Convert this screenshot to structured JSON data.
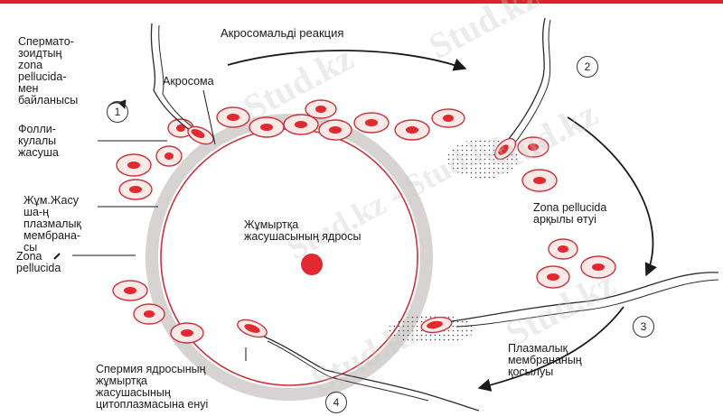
{
  "labels": {
    "sperm_binding": "Сперматo-\nзоидтың\nzona\npellucida-\nмен\nбайланысы",
    "acrosome": "Акросома",
    "acrosomal_reaction": "Акросомальді реакция",
    "follicular_cell": "Фолли-\nкулалы\nжасуша",
    "egg_membrane": "Жұм.Жасу\nша-ң\nплазмалық\nмембрана-\nсы",
    "zona_pellucida": "Zona\npellucida",
    "egg_nucleus": "Жұмыртқа\nжасушасының ядросы",
    "through_zona": "Zona pellucida\nарқылы өтуі",
    "membrane_fusion": "Плазмалық\nмембрананың\nқосылуы",
    "sperm_nucleus_entry": "Спермия ядросының\nжұмыртқа\nжасушасының\nцитоплазмасына енуі"
  },
  "steps": [
    "1",
    "2",
    "3",
    "4"
  ],
  "watermarks": [
    "Stud.kz",
    "Stud.kz",
    "Stud.kz - Stud.kz",
    "Stud.kz",
    "Stud.kz",
    "Stud.kz"
  ],
  "colors": {
    "top_bar": "#d9252a",
    "cell_outline": "#c9343a",
    "cell_fill": "#fbe9e8",
    "nucleus": "#e02a2f",
    "zona": "#d7d3d3",
    "ink": "#1a1a1a"
  }
}
